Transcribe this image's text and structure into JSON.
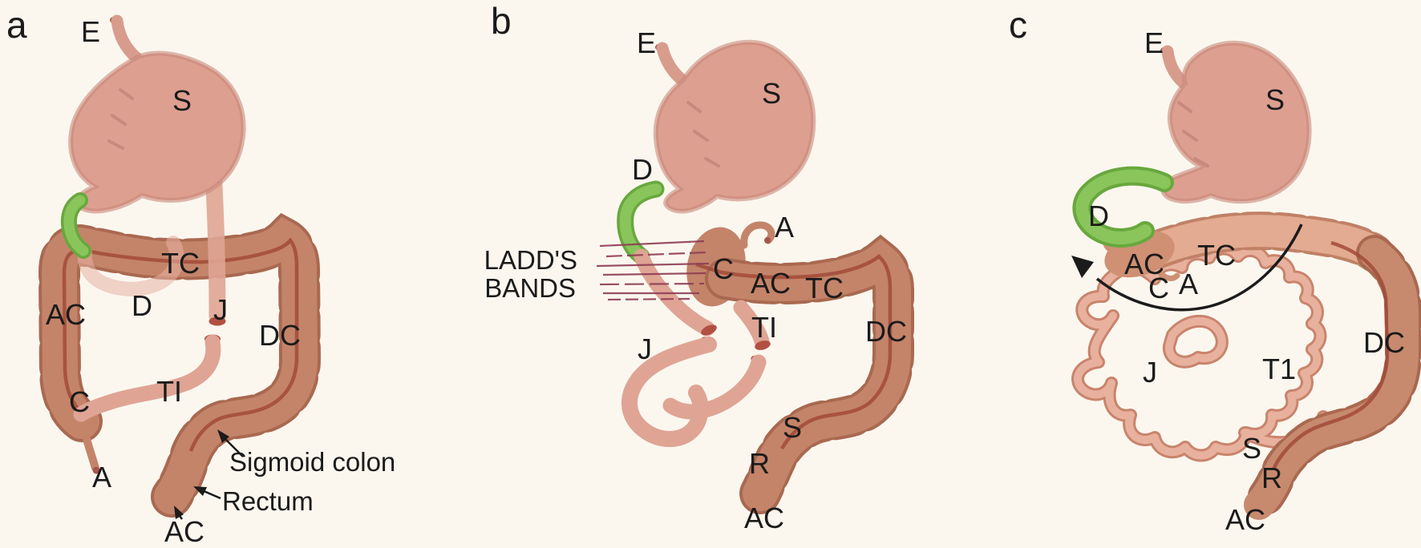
{
  "figure": {
    "description": "Three-panel illustration of gastrointestinal anatomy: normal rotation, Ladd's bands with malrotation, and midgut volvulus",
    "colors": {
      "background": "#fbf7ef",
      "stomach": "#dd9f90",
      "stomach_rim": "#c9887a",
      "esophagus_tip": "#a8564c",
      "colon": "#c4846a",
      "colon_shade": "#a96950",
      "colon_light": "#e3ab91",
      "small_bowel": "#dfa494",
      "small_bowel_outline": "#c9846c",
      "duodenum_green": "#8ac55c",
      "duodenum_green_dark": "#68a83e",
      "cut_end": "#b25043",
      "taenia_line": "#a24a38",
      "ladds_bands": "#8f3e55",
      "ink": "#1b1b1b"
    },
    "panels": [
      {
        "letter": "a",
        "labels": {
          "esophagus": "E",
          "stomach": "S",
          "transverse_colon": "TC",
          "ascending_colon": "AC",
          "duodenum": "D",
          "jejunum": "J",
          "descending_colon": "DC",
          "terminal_ileum": "TI",
          "cecum": "C",
          "appendix": "A",
          "sigmoid_colon": "Sigmoid colon",
          "rectum": "Rectum",
          "anal_canal": "AC"
        }
      },
      {
        "letter": "b",
        "labels": {
          "esophagus": "E",
          "stomach": "S",
          "duodenum": "D",
          "ladds_bands_line1": "LADD'S",
          "ladds_bands_line2": "BANDS",
          "appendix": "A",
          "cecum": "C",
          "ascending_colon": "AC",
          "transverse_colon": "TC",
          "terminal_ileum": "TI",
          "descending_colon": "DC",
          "jejunum": "J",
          "sigmoid": "S",
          "rectum": "R",
          "anal_canal": "AC"
        }
      },
      {
        "letter": "c",
        "labels": {
          "esophagus": "E",
          "stomach": "S",
          "duodenum": "D",
          "ascending_colon": "AC",
          "transverse_colon": "TC",
          "cecum": "C",
          "appendix": "A",
          "jejunum": "J",
          "terminal_ileum": "T1",
          "descending_colon": "DC",
          "sigmoid": "S",
          "rectum": "R",
          "anal_canal": "AC"
        }
      }
    ]
  }
}
